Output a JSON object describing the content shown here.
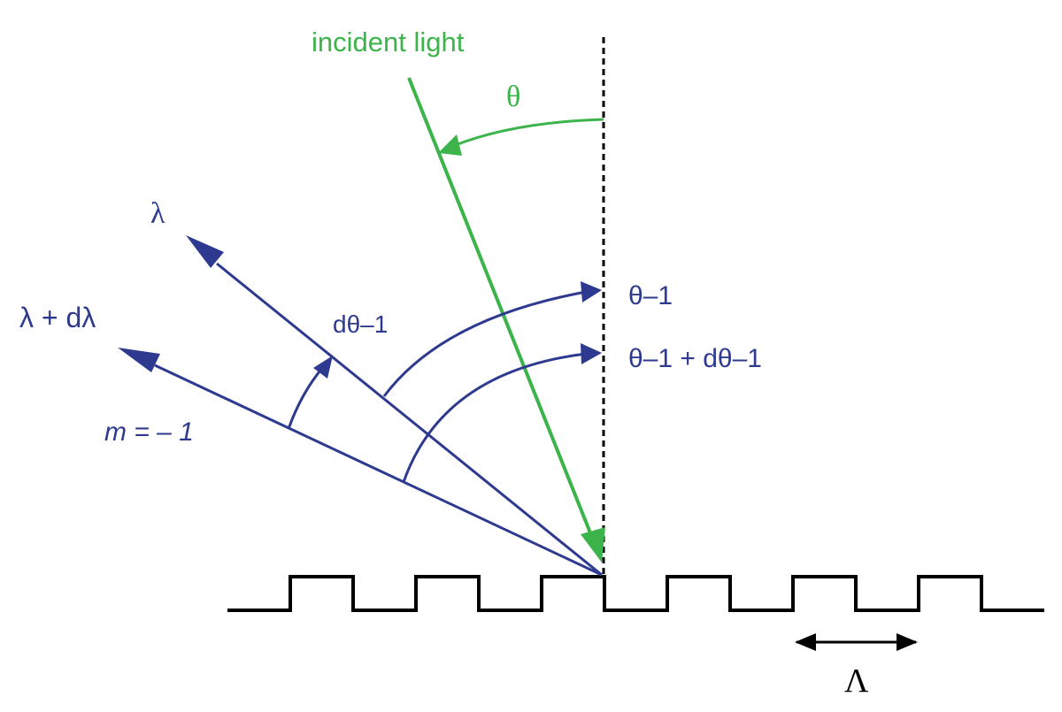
{
  "colors": {
    "incident": "#3cb44b",
    "diffracted": "#2e3a8f",
    "grating": "#000000",
    "normal": "#000000"
  },
  "labels": {
    "incident_light": "incident light",
    "theta": "θ",
    "lambda": "λ",
    "lambda_plus_dlambda": "λ + dλ",
    "dtheta_minus1": "dθ–1",
    "theta_minus1": "θ–1",
    "theta_minus1_plus_dtheta": "θ–1 + dθ–1",
    "order": "m = – 1",
    "period": "Λ"
  },
  "icons": {
    "grating": "square-wave-grating-icon",
    "normal": "dashed-normal-line-icon",
    "period_arrow": "double-headed-arrow-icon"
  }
}
